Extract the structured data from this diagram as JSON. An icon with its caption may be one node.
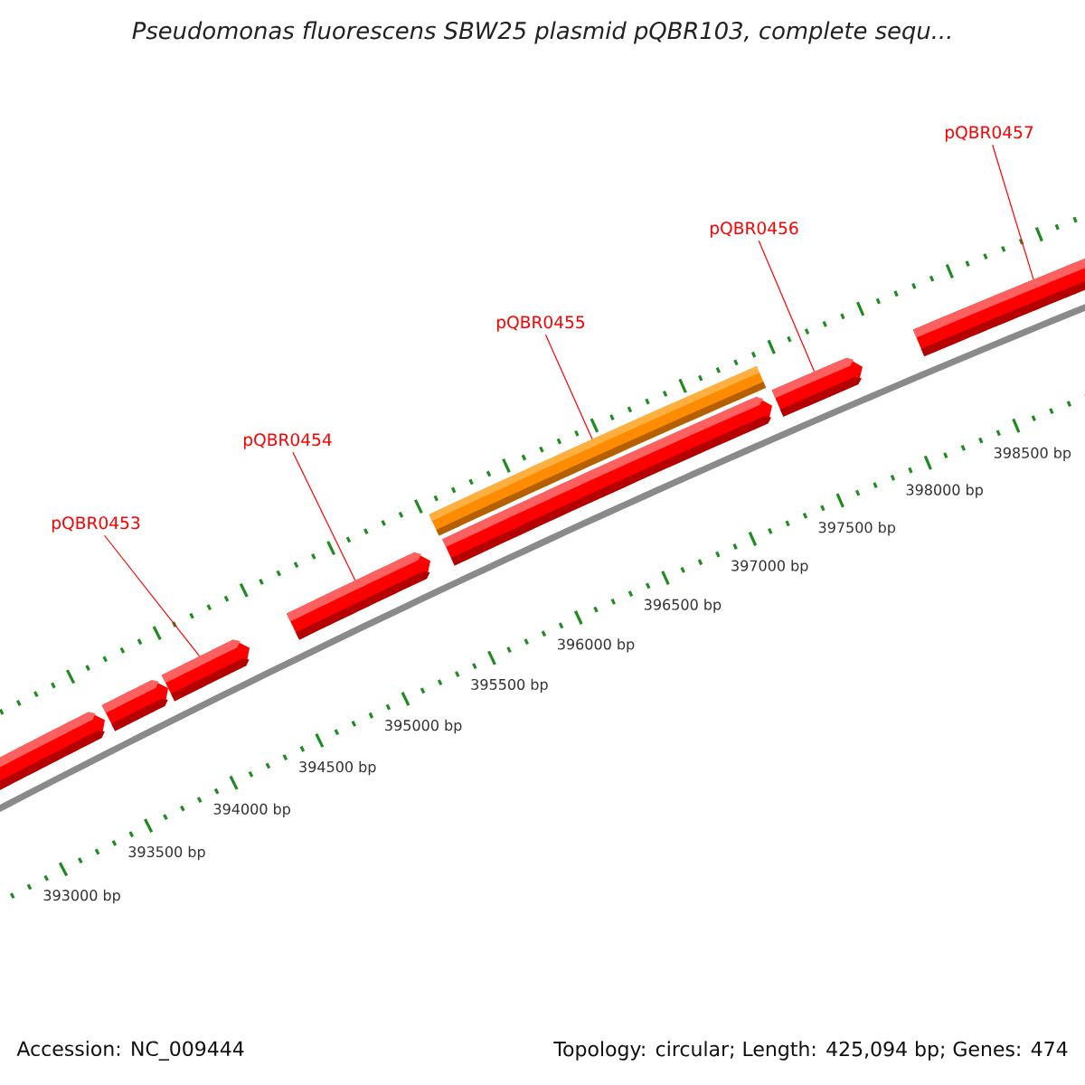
{
  "diagram": {
    "title": "Pseudomonas fluorescens SBW25 plasmid pQBR103, complete sequ...",
    "nodes": [
      {
        "text": [
          "pQBR0453"
        ]
      },
      {
        "text": [
          "pQBR0454"
        ]
      },
      {
        "text": [
          "pQBR0455"
        ]
      },
      {
        "text": [
          "pQBR0456"
        ]
      },
      {
        "text": [
          "pQBR0457"
        ]
      },
      {
        "text": [],
        "shape": "arrow"
      },
      {
        "text": [],
        "shape": "arrow"
      },
      {
        "text": [],
        "shape": "arrow"
      },
      {
        "text": [],
        "shape": "arrow"
      },
      {
        "text": [],
        "shape": "bar"
      },
      {
        "text": [],
        "shape": "arrow"
      },
      {
        "text": [],
        "shape": "arrow"
      },
      {
        "text": [],
        "shape": "arrow"
      }
    ],
    "edges": [
      {
        "from": 0,
        "to": 7,
        "arrow": "none"
      },
      {
        "from": 1,
        "to": 8,
        "arrow": "none"
      },
      {
        "from": 2,
        "to": 9,
        "arrow": "none"
      },
      {
        "from": 3,
        "to": 11,
        "arrow": "none"
      },
      {
        "from": 4,
        "to": 12,
        "arrow": "none"
      }
    ],
    "labels": [
      "393000 bp",
      "393500 bp",
      "394000 bp",
      "394500 bp",
      "395000 bp",
      "395500 bp",
      "396000 bp",
      "396500 bp",
      "397000 bp",
      "397500 bp",
      "398000 bp",
      "398500 bp",
      "Accession: NC_009444",
      "Topology: circular; Length: 425,094 bp; Genes: 474"
    ]
  }
}
